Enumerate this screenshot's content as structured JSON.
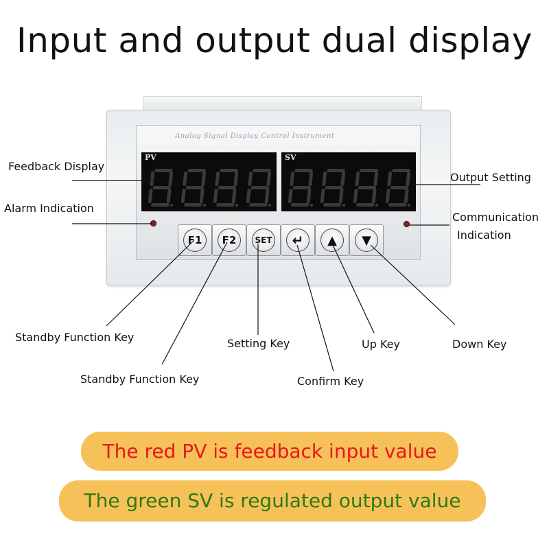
{
  "title": "Input and output dual display",
  "device": {
    "brand_text": "Analog Signal Display Control Instrument",
    "pv_label": "PV",
    "sv_label": "SV",
    "pv_digits": [
      "8",
      "8",
      "8",
      "8"
    ],
    "sv_digits": [
      "8",
      "8",
      "8",
      "8"
    ],
    "keys": [
      {
        "label": "F1"
      },
      {
        "label": "F2"
      },
      {
        "label": "SET"
      },
      {
        "label": "↵"
      },
      {
        "label": "▲"
      },
      {
        "label": "▼"
      }
    ]
  },
  "callouts": {
    "feedback_display": "Feedback Display",
    "alarm_indication": "Alarm Indication",
    "output_setting": "Output Setting",
    "communication_line1": "Communication",
    "communication_line2": "Indication",
    "standby_function_key_1": "Standby Function Key",
    "standby_function_key_2": "Standby Function Key",
    "setting_key": "Setting Key",
    "confirm_key": "Confirm Key",
    "up_key": "Up Key",
    "down_key": "Down Key"
  },
  "banners": {
    "pv_text": "The red PV is feedback input value",
    "sv_text": "The green SV is regulated output value"
  },
  "colors": {
    "banner_bg": "#f7c159",
    "pv_text": "#e8181b",
    "sv_text": "#2c7a14",
    "lcd_bg": "#0b0b0b",
    "segment_dim": "#3a3a3a"
  }
}
